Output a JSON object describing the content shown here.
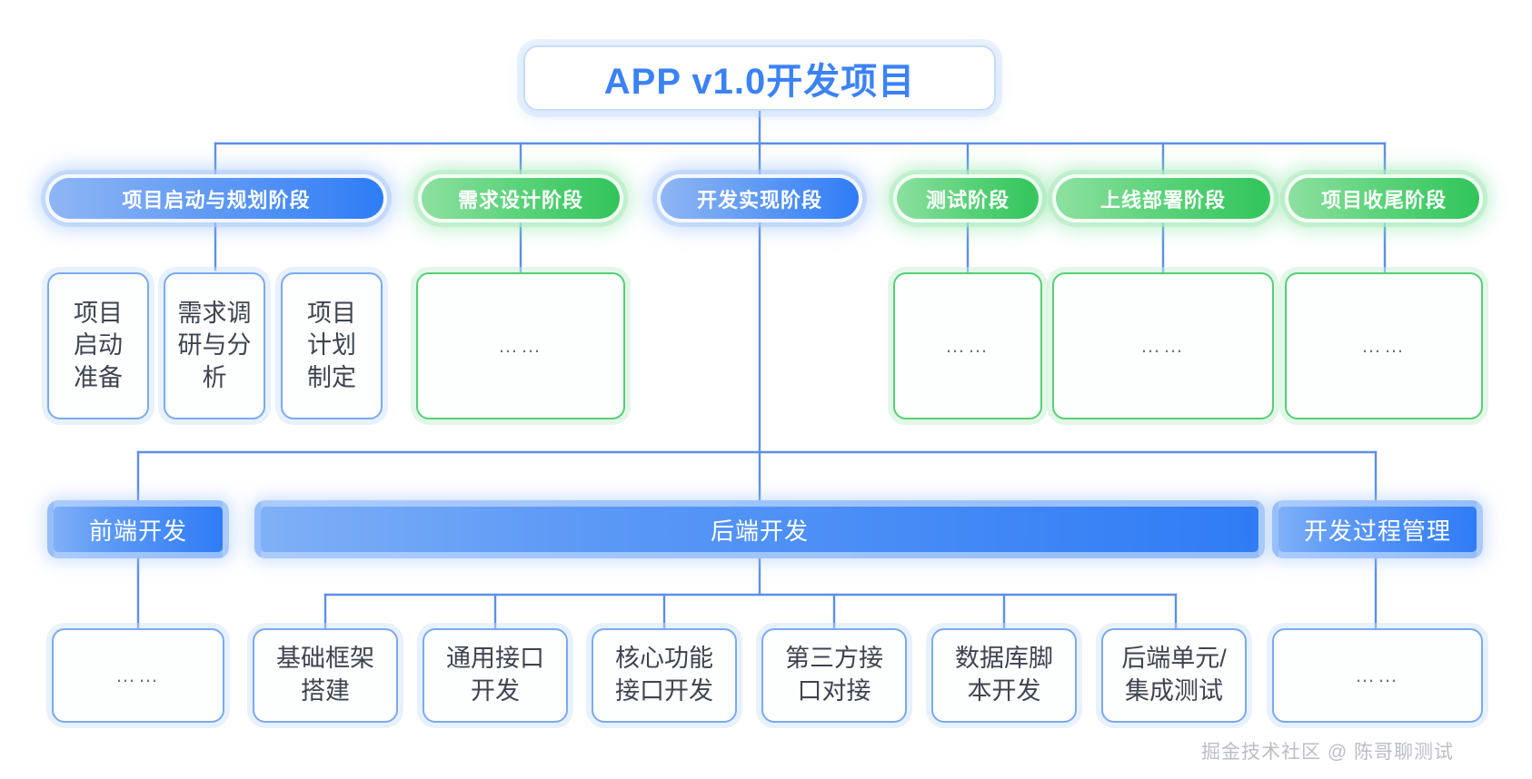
{
  "root": {
    "label": "APP v1.0开发项目"
  },
  "phases": [
    {
      "label": "项目启动与规划阶段",
      "color": "blue"
    },
    {
      "label": "需求设计阶段",
      "color": "green"
    },
    {
      "label": "开发实现阶段",
      "color": "blue"
    },
    {
      "label": "测试阶段",
      "color": "green"
    },
    {
      "label": "上线部署阶段",
      "color": "green"
    },
    {
      "label": "项目收尾阶段",
      "color": "green"
    }
  ],
  "phase_children": [
    {
      "label": "项目\n启动\n准备",
      "color": "blue"
    },
    {
      "label": "需求调\n研与分\n析",
      "color": "blue"
    },
    {
      "label": "项目\n计划\n制定",
      "color": "blue"
    },
    {
      "label": "……",
      "color": "green"
    },
    {
      "label": "……",
      "color": "green"
    },
    {
      "label": "……",
      "color": "green"
    },
    {
      "label": "……",
      "color": "green"
    }
  ],
  "dev_bands": [
    {
      "label": "前端开发"
    },
    {
      "label": "后端开发"
    },
    {
      "label": "开发过程管理"
    }
  ],
  "dev_leaves": [
    {
      "label": "……"
    },
    {
      "label": "基础框架\n搭建"
    },
    {
      "label": "通用接口\n开发"
    },
    {
      "label": "核心功能\n接口开发"
    },
    {
      "label": "第三方接\n口对接"
    },
    {
      "label": "数据库脚\n本开发"
    },
    {
      "label": "后端单元/\n集成测试"
    },
    {
      "label": "……"
    }
  ],
  "watermark": {
    "text": "掘金技术社区 @ 陈哥聊测试"
  },
  "colors": {
    "accent_blue": "#3b82f6",
    "accent_green": "#31c45b",
    "line": "#5b8fe8",
    "text": "#3d4450"
  }
}
